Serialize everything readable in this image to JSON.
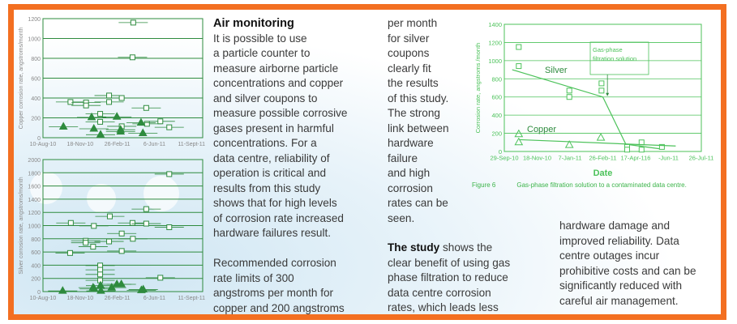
{
  "article": {
    "col1": [
      "Air monitoring",
      "It is possible to use",
      "a particle counter to",
      "measure airborne particle",
      "concentrations and copper",
      "and silver coupons to",
      "measure possible corrosive",
      "gases present in harmful",
      "concentrations. For a",
      "data centre, reliability of",
      "operation is critical and",
      "results from this study",
      "shows that for high levels",
      "of corrosion rate increased",
      "hardware failures result.",
      "",
      "Recommended corrosion",
      "rate limits of 300",
      "angstroms per month for",
      "copper and 200 angstroms"
    ],
    "col2": [
      "per month",
      "for silver",
      "coupons",
      "clearly fit",
      "the results",
      "of this study.",
      "The strong",
      "link between",
      "hardware",
      "failure",
      "and high",
      "corrosion",
      "rates can be",
      "seen.",
      ""
    ],
    "col2_study_bold": "The study",
    "col2_study_rest": " shows the",
    "col2_tail": [
      "clear benefit of using gas",
      "phase filtration to reduce",
      "data centre corrosion",
      "rates, which leads less"
    ],
    "col3": [
      "hardware damage and",
      "improved reliability. Data",
      "centre outages incur",
      "prohibitive costs and can be",
      "significantly reduced with",
      "careful air management."
    ]
  },
  "figure_caption": {
    "label": "Figure 6",
    "text": "Gas-phase filtration solution to a contaminated data centre."
  },
  "colors": {
    "frame": "#f36f21",
    "green": "#2e8b3e",
    "light_green": "#4cc25a"
  },
  "chart_data": [
    {
      "type": "scatter",
      "title": "",
      "ylabel": "Copper corrosion rate, angstroms/month",
      "xlabel": "",
      "ylim": [
        0,
        1200
      ],
      "yticks": [
        0,
        200,
        400,
        600,
        800,
        1000,
        1200
      ],
      "xlim_days": [
        0,
        430
      ],
      "xticks": [
        {
          "day": 0,
          "label": "10-Aug-10"
        },
        {
          "day": 100,
          "label": "18-Nov-10"
        },
        {
          "day": 200,
          "label": "26-Feb-11"
        },
        {
          "day": 300,
          "label": "6-Jun-11"
        },
        {
          "day": 400,
          "label": "11-Sept-11"
        }
      ],
      "series": [
        {
          "name": "squares",
          "marker": "square",
          "points": [
            [
              243,
              1160
            ],
            [
              241,
              810
            ],
            [
              178,
              425
            ],
            [
              212,
              400
            ],
            [
              74,
              360
            ],
            [
              116,
              355
            ],
            [
              178,
              360
            ],
            [
              116,
              325
            ],
            [
              278,
              300
            ],
            [
              154,
              240
            ],
            [
              154,
              160
            ],
            [
              316,
              165
            ],
            [
              340,
              105
            ],
            [
              280,
              140
            ],
            [
              212,
              115
            ]
          ]
        },
        {
          "name": "triangles",
          "marker": "triangle",
          "points": [
            [
              55,
              110
            ],
            [
              131,
              205
            ],
            [
              199,
              210
            ],
            [
              137,
              90
            ],
            [
              155,
              30
            ],
            [
              209,
              80
            ],
            [
              209,
              60
            ],
            [
              264,
              150
            ],
            [
              269,
              45
            ]
          ]
        }
      ]
    },
    {
      "type": "scatter",
      "ylabel": "Silver corrosion rate, angstroms/month",
      "xlabel": "",
      "ylim": [
        0,
        2000
      ],
      "yticks": [
        0,
        200,
        400,
        600,
        800,
        1000,
        1200,
        1400,
        1600,
        1800,
        2000
      ],
      "xlim_days": [
        0,
        430
      ],
      "xticks": [
        {
          "day": 0,
          "label": "10-Aug-10"
        },
        {
          "day": 100,
          "label": "18-Nov-10"
        },
        {
          "day": 200,
          "label": "26-Feb-11"
        },
        {
          "day": 300,
          "label": "6-Jun-11"
        },
        {
          "day": 400,
          "label": "11-Sept-11"
        }
      ],
      "series": [
        {
          "name": "squares",
          "marker": "square",
          "points": [
            [
              340,
              1780
            ],
            [
              278,
              1250
            ],
            [
              180,
              1140
            ],
            [
              75,
              1040
            ],
            [
              137,
              995
            ],
            [
              241,
              1040
            ],
            [
              278,
              1030
            ],
            [
              340,
              975
            ],
            [
              212,
              880
            ],
            [
              242,
              800
            ],
            [
              115,
              770
            ],
            [
              115,
              740
            ],
            [
              178,
              760
            ],
            [
              135,
              680
            ],
            [
              73,
              585
            ],
            [
              212,
              615
            ],
            [
              154,
              395
            ],
            [
              154,
              330
            ],
            [
              154,
              260
            ],
            [
              154,
              170
            ],
            [
              316,
              210
            ]
          ]
        },
        {
          "name": "triangles",
          "marker": "triangle",
          "points": [
            [
              53,
              10
            ],
            [
              135,
              60
            ],
            [
              138,
              40
            ],
            [
              155,
              90
            ],
            [
              156,
              10
            ],
            [
              185,
              60
            ],
            [
              199,
              110
            ],
            [
              211,
              110
            ],
            [
              265,
              20
            ],
            [
              270,
              30
            ]
          ]
        }
      ]
    },
    {
      "type": "scatter",
      "ylabel": "Corrosion rate, angstroms /month",
      "xlabel": "Date",
      "ylim": [
        0,
        1400
      ],
      "yticks": [
        0,
        200,
        400,
        600,
        800,
        1000,
        1200,
        1400
      ],
      "xlim_days": [
        0,
        300
      ],
      "xticks": [
        {
          "day": 0,
          "label": "29-Sep-10"
        },
        {
          "day": 50,
          "label": "18-Nov-10"
        },
        {
          "day": 100,
          "label": "7-Jan-11"
        },
        {
          "day": 150,
          "label": "26-Feb-11"
        },
        {
          "day": 200,
          "label": "17-Apr-116"
        },
        {
          "day": 250,
          "label": "-Jun-11"
        },
        {
          "day": 300,
          "label": "26-Jul-11"
        }
      ],
      "series": [
        {
          "name": "Silver",
          "marker": "square",
          "points": [
            [
              22,
              1150
            ],
            [
              22,
              940
            ],
            [
              99,
              670
            ],
            [
              99,
              600
            ],
            [
              148,
              750
            ],
            [
              148,
              670
            ],
            [
              187,
              50
            ],
            [
              187,
              20
            ],
            [
              209,
              100
            ],
            [
              209,
              20
            ],
            [
              240,
              50
            ]
          ],
          "trend": [
            [
              12,
              900
            ],
            [
              150,
              600
            ],
            [
              185,
              80
            ],
            [
              236,
              30
            ]
          ]
        },
        {
          "name": "Copper",
          "marker": "triangle",
          "points": [
            [
              22,
              190
            ],
            [
              22,
              100
            ],
            [
              99,
              70
            ],
            [
              147,
              150
            ]
          ],
          "trend": [
            [
              23,
              130
            ],
            [
              261,
              60
            ]
          ]
        }
      ],
      "annotation": {
        "text_lines": [
          "Gas-phase",
          "filtration solution"
        ],
        "points_to": [
          157,
          600
        ]
      }
    }
  ]
}
